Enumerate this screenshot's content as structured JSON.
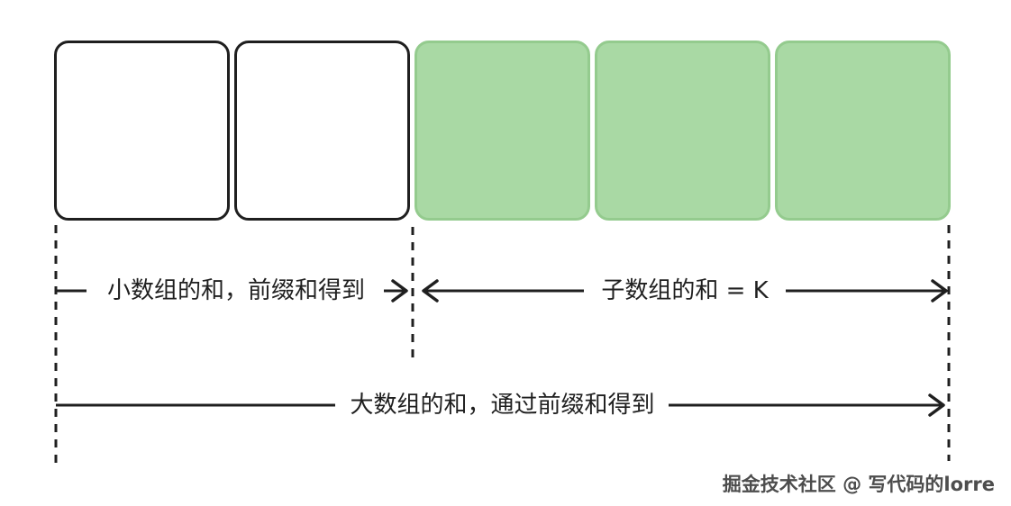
{
  "diagram": {
    "cells": [
      {
        "id": "cell-1",
        "variant": "white"
      },
      {
        "id": "cell-2",
        "variant": "white"
      },
      {
        "id": "cell-3",
        "variant": "green"
      },
      {
        "id": "cell-4",
        "variant": "green"
      },
      {
        "id": "cell-5",
        "variant": "green"
      }
    ],
    "annotations": {
      "small_array": "小数组的和，前缀和得到",
      "subarray": "子数组的和 = K",
      "big_array": "大数组的和，通过前缀和得到"
    },
    "watermark": "掘金技术社区 @ 写代码的lorre",
    "colors": {
      "ink": "#1f1f1f",
      "green_fill": "#a9d9a4",
      "green_border": "#94cb8e"
    }
  }
}
